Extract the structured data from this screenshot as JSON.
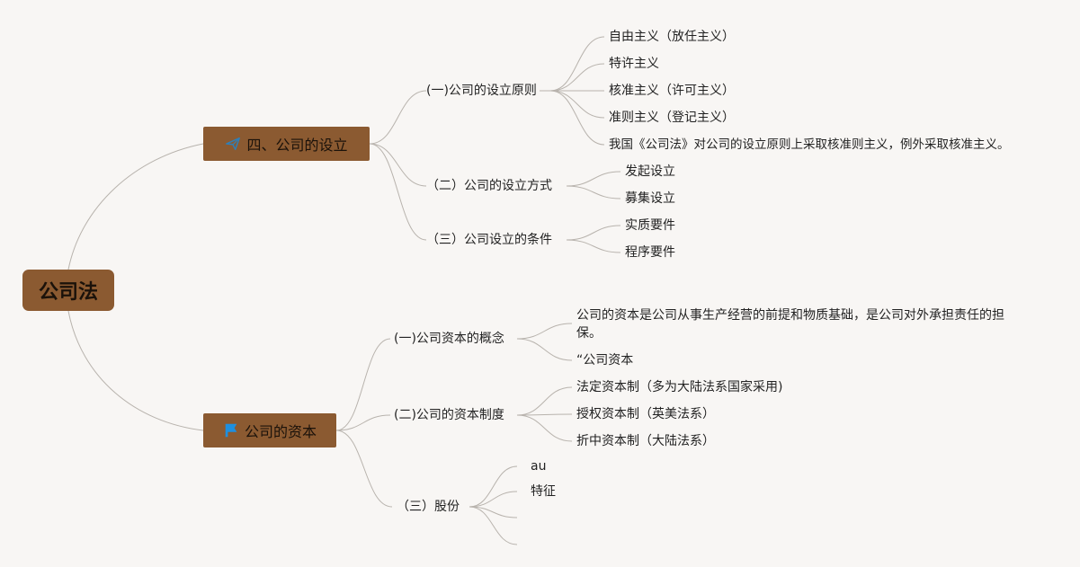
{
  "root": {
    "label": "公司法"
  },
  "branches": [
    {
      "label": "四、公司的设立",
      "icon": "paper-plane-icon",
      "children": [
        {
          "label": "(一)公司的设立原则",
          "leaves": [
            "自由主义（放任主义）",
            "特许主义",
            "核准主义（许可主义）",
            "准则主义（登记主义）",
            "我国《公司法》对公司的设立原则上采取核准则主义，例外采取核准主义。"
          ]
        },
        {
          "label": "（二）公司的设立方式",
          "leaves": [
            "发起设立",
            "募集设立"
          ]
        },
        {
          "label": "（三）公司设立的条件",
          "leaves": [
            "实质要件",
            "程序要件"
          ]
        }
      ]
    },
    {
      "label": "公司的资本",
      "icon": "flag-icon",
      "children": [
        {
          "label": "(一)公司资本的概念",
          "leaves": [
            "公司的资本是公司从事生产经营的前提和物质基础，是公司对外承担责任的担保。",
            "“公司资本"
          ]
        },
        {
          "label": "(二)公司的资本制度",
          "leaves": [
            "法定资本制（多为大陆法系国家采用)",
            "授权资本制（英美法系）",
            "折中资本制（大陆法系）"
          ]
        },
        {
          "label": "（三）股份",
          "leaves": [
            "au",
            "特征",
            "",
            ""
          ]
        }
      ]
    }
  ],
  "colors": {
    "node_fill": "#8b5a31",
    "line": "#b8b3ad",
    "background": "#f8f6f4",
    "plane": "#2f7fb8",
    "flag": "#1e90e0"
  }
}
